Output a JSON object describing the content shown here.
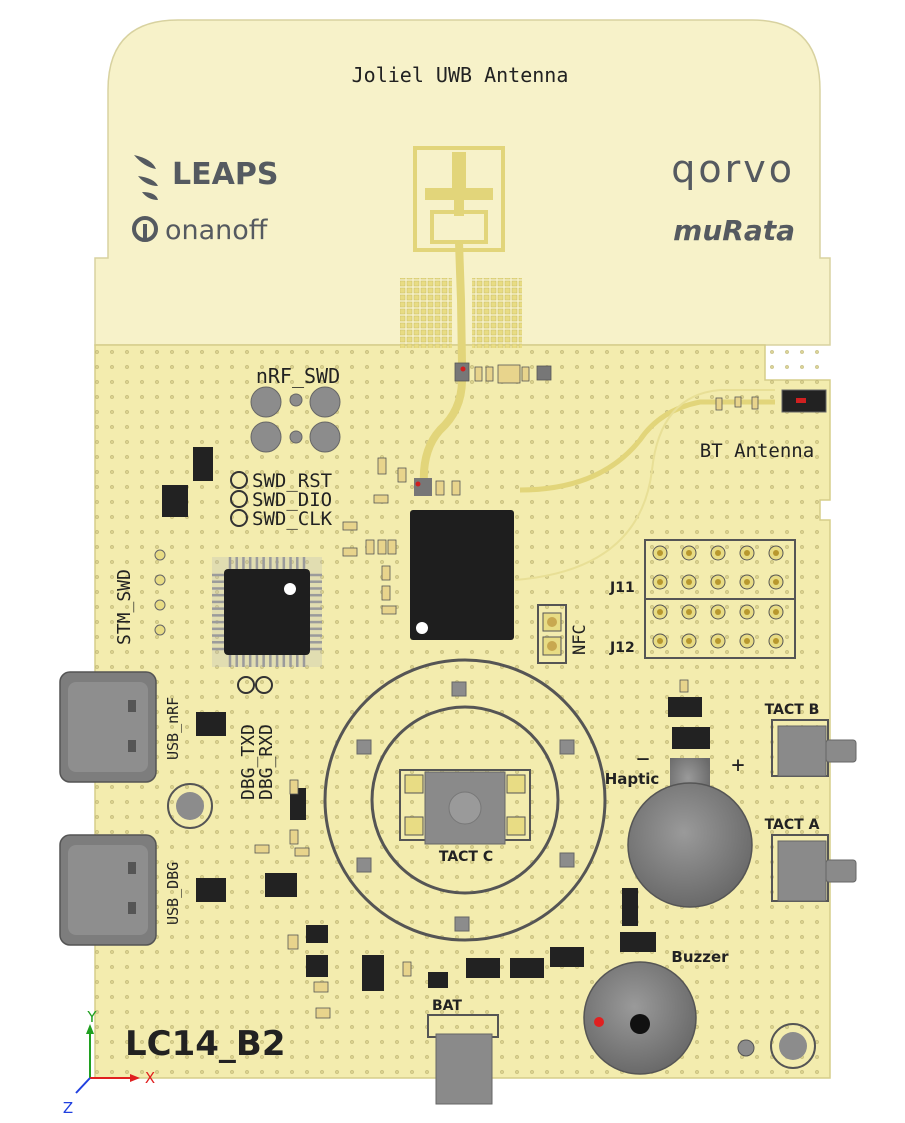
{
  "board": {
    "antenna_title": "Joliel UWB Antenna",
    "board_name": "LC14_B2",
    "logos": {
      "leaps": "LEAPS",
      "onanoff": "onanoff",
      "qorvo": "qorvo",
      "murata": "muRata"
    },
    "labels": {
      "nrf_swd": "nRF_SWD",
      "swd_rst": "SWD_RST",
      "swd_dio": "SWD_DIO",
      "swd_clk": "SWD_CLK",
      "bt_antenna": "BT Antenna",
      "stm_swd": "STM_SWD",
      "j11": "J11",
      "j12": "J12",
      "nfc": "NFC",
      "usb_nrf": "USB_nRF",
      "usb_dbg": "USB_DBG",
      "dbg_txd": "DBG_TXD",
      "dbg_rxd": "DBG_RXD",
      "tact_b": "TACT B",
      "tact_a": "TACT A",
      "tact_c": "TACT C",
      "haptic": "Haptic",
      "minus": "−",
      "plus": "+",
      "buzzer": "Buzzer",
      "bat": "BAT"
    },
    "axes": {
      "x": "X",
      "y": "Y",
      "z": "Z"
    },
    "colors": {
      "board": "#f3ecae",
      "board_light": "#f7f2c9",
      "outline": "#6b6950",
      "copper": "#e6d97a",
      "component": "#7b7b7b",
      "chip": "#222222",
      "axis_x": "#e02020",
      "axis_y": "#20a020",
      "axis_z": "#2040e0"
    }
  }
}
